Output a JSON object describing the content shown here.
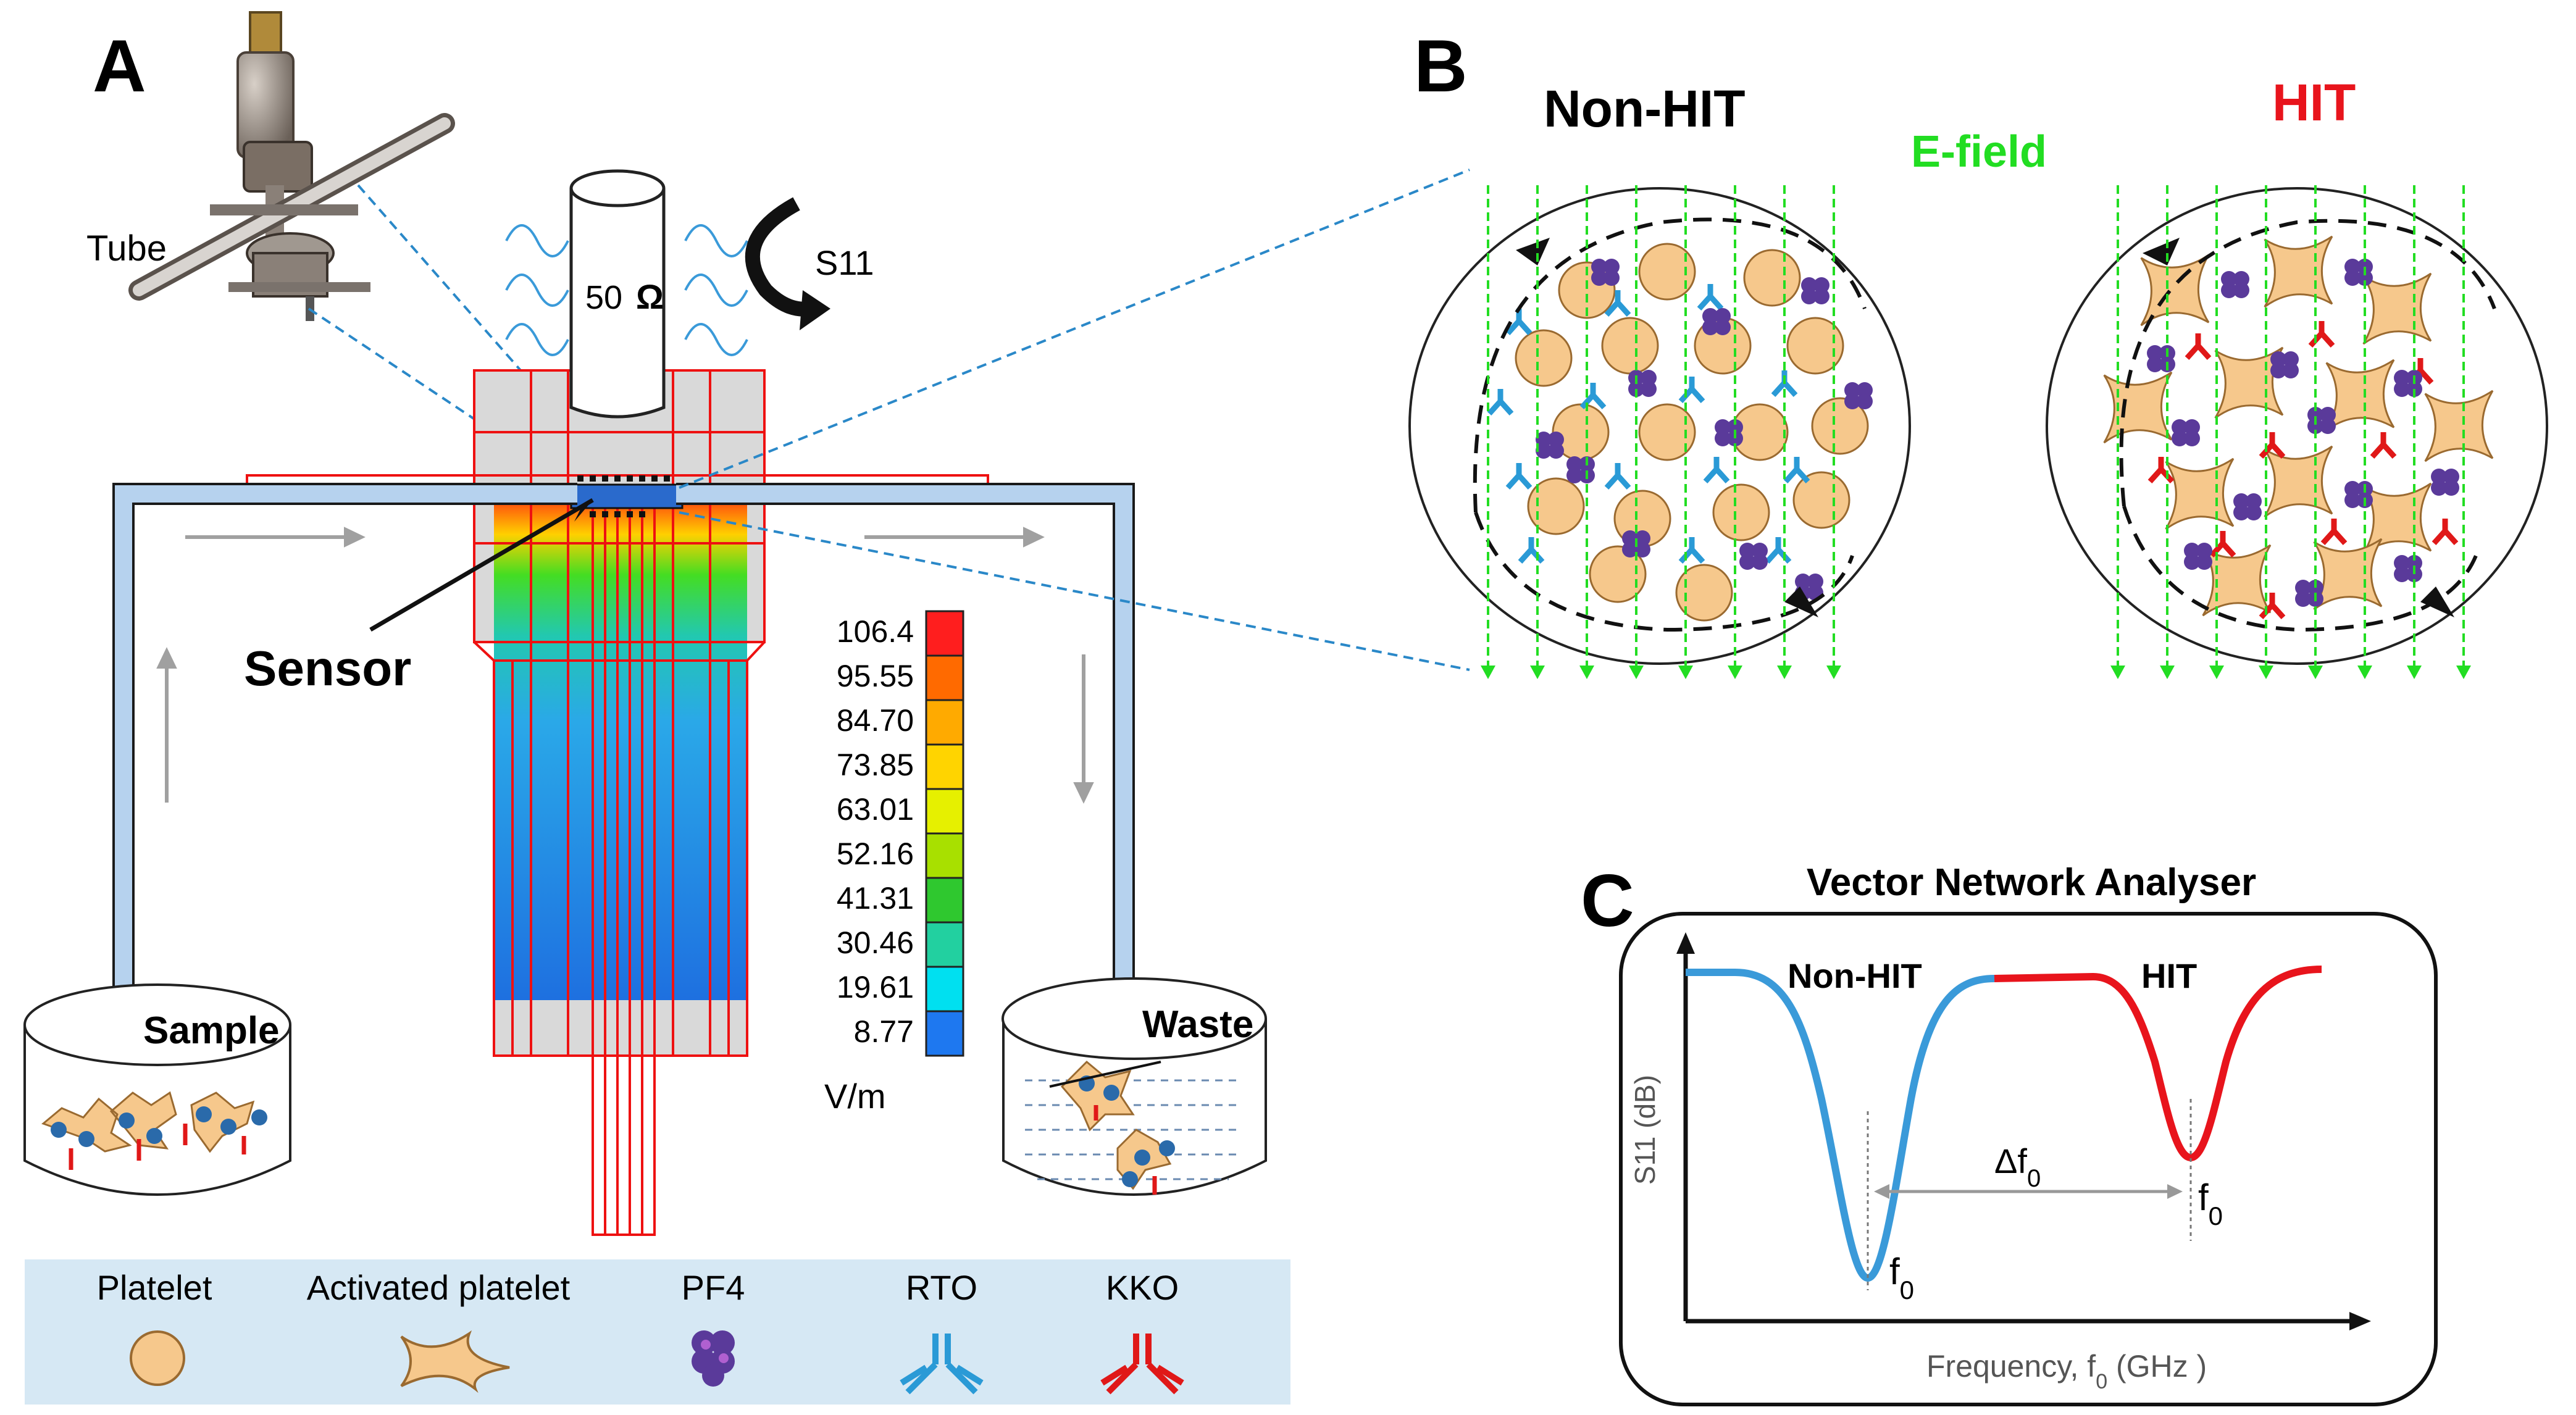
{
  "panels": {
    "a": "A",
    "b": "B",
    "c": "C"
  },
  "panel_a": {
    "tube_label": "Tube",
    "port_label": "50",
    "ohm": "Ω",
    "s11_label": "S11",
    "sensor_label": "Sensor",
    "sample_label": "Sample",
    "waste_label": "Waste",
    "colorbar": {
      "ticks": [
        "106.4",
        "95.55",
        "84.70",
        "73.85",
        "63.01",
        "52.16",
        "41.31",
        "30.46",
        "19.61",
        "8.77"
      ],
      "colors": [
        "#ff1e1e",
        "#ff6a00",
        "#ffaa00",
        "#ffd400",
        "#e6f000",
        "#a8e000",
        "#2fc82f",
        "#22d0a0",
        "#00e0f0",
        "#1e78f0"
      ],
      "unit": "V/m"
    }
  },
  "panel_b": {
    "nonhit_title": "Non-HIT",
    "hit_title": "HIT",
    "efield_label": "E-field"
  },
  "panel_c": {
    "title": "Vector Network Analyser",
    "nonhit_label": "Non-HIT",
    "hit_label": "HIT",
    "ylabel": "S11 (dB)",
    "xlabel_pre": "Frequency, f",
    "xlabel_sub": "0",
    "xlabel_post": " (GHz )",
    "f0": "f",
    "f0_sub": "0",
    "delta": "Δf",
    "delta_sub": "0",
    "colors": {
      "nonhit": "#3a9ad9",
      "hit": "#e8141c"
    }
  },
  "legend": {
    "items": [
      "Platelet",
      "Activated platelet",
      "PF4",
      "RTO",
      "KKO"
    ]
  },
  "colors": {
    "platelet": "#f6c88c",
    "pf4": "#5a3a9a",
    "rto": "#2a9ad6",
    "kko": "#e01818",
    "efield": "#22dd22",
    "legend_bg": "#d6e8f4"
  }
}
